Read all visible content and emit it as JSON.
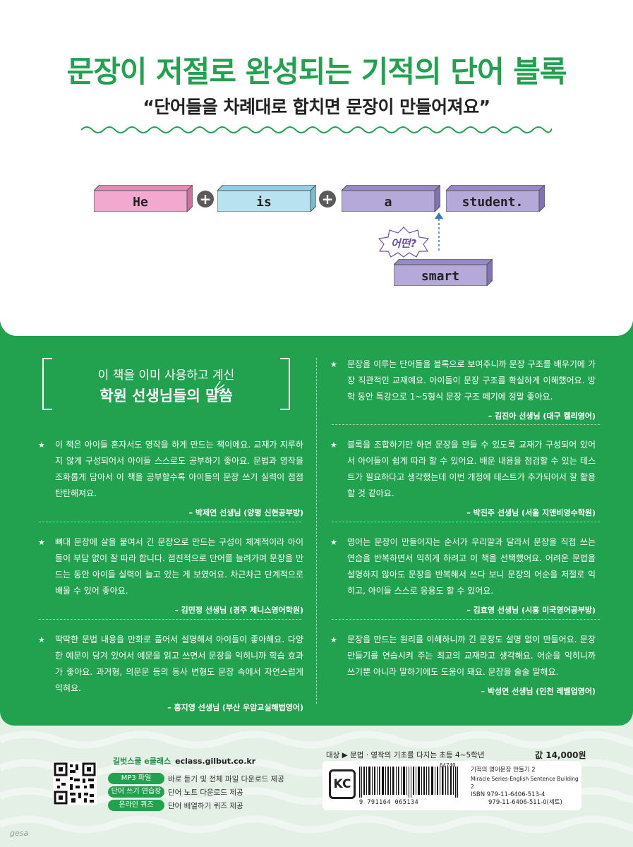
{
  "header": {
    "title": "문장이 저절로 완성되는 기적의 단어 블록",
    "subtitle": "“단어들을 차례대로 합치면 문장이 만들어져요”"
  },
  "diagram": {
    "blocks": [
      {
        "word": "He",
        "color": "#f3a9cf"
      },
      {
        "word": "is",
        "color": "#b8e2ef"
      },
      {
        "word": "a",
        "color": "#b4a9d8"
      },
      {
        "word": "student.",
        "color": "#b4a9d8"
      },
      {
        "word": "smart",
        "color": "#b4a9d8"
      }
    ],
    "plus": "+",
    "question": "어떤?"
  },
  "testimonials": {
    "badge_line1": "이 책을 이미 사용하고 계신",
    "badge_line2": "학원 선생님들의 말씀",
    "star": "★",
    "left": [
      {
        "text": "이 책은 아이들 혼자서도 영작을 하게 만드는 책이에요. 교재가 지루하지 않게 구성되어서 아이들 스스로도 공부하기 좋아요. 문법과 영작을 조화롭게 담아서 이 책을 공부할수록 아이들의 문장 쓰기 실력이 점점 탄탄해져요.",
        "by": "– 박제연 선생님 (양평 신현공부방)"
      },
      {
        "text": "뼈대 문장에 살을 붙여서 긴 문장으로 만드는 구성이 체계적이라 아이들이 부담 없이 잘 따라 합니다. 점진적으로 단어를 늘려가며 문장을 만드는 동안 아이들 실력이 늘고 있는 게 보였어요. 차근차근 단계적으로 배울 수 있어 좋아요.",
        "by": "– 김민정 선생님 (경주 제니스영어학원)"
      },
      {
        "text": "딱딱한 문법 내용을 만화로 풀어서 설명해서 아이들이 좋아해요. 다양한 예문이 담겨 있어서 예문을 읽고 쓰면서 문장을 익히니까 학습 효과가 좋아요. 과거형, 의문문 등의 동사 변형도 문장 속에서 자연스럽게 익혀요.",
        "by": "– 홍지영 선생님 (부산 우암교실해법영어)"
      }
    ],
    "right": [
      {
        "text": "문장을 이루는 단어들을 블록으로 보여주니까 문장 구조를 배우기에 가장 직관적인 교재예요. 아이들이 문장 구조를 확실하게 이해했어요. 방학 동안 특강으로 1~5형식 문장 구조 떼기에 정말 좋아요.",
        "by": "– 김진아 선생님 (대구 켈리영어)"
      },
      {
        "text": "블록을 조합하기만 하면 문장을 만들 수 있도록 교재가 구성되어 있어서 아이들이 쉽게 따라 할 수 있어요. 배운 내용을 점검할 수 있는 테스트가 필요하다고 생각했는데 이번 개정에 테스트가 추가되어서 잘 활용할 것 같아요.",
        "by": "– 박진주 선생님 (서울 지앤비영수학원)"
      },
      {
        "text": "영어는 문장이 만들어지는 순서가 우리말과 달라서 문장을 직접 쓰는 연습을 반복하면서 익히게 하려고 이 책을 선택했어요. 어려운 문법을 설명하지 않아도 문장을 반복해서 쓰다 보니 문장의 어순을 저절로 익히고, 아이들 스스로 응용도 할 수 있어요.",
        "by": "– 김효영 선생님 (시흥 미국영어공부방)"
      },
      {
        "text": "문장을 만드는 원리를 이해하니까 긴 문장도 설명 없이 만들어요. 문장 만들기를 연습시켜 주는 최고의 교재라고 생각해요. 어순을 익히니까 쓰기뿐 아니라 말하기에도 도움이 돼요. 문장을 술술 말해요.",
        "by": "– 박성연 선생님 (인천 레벨업영어)"
      }
    ]
  },
  "footer": {
    "brand": "길벗스쿨 e클래스",
    "url": "eclass.gilbut.co.kr",
    "services": [
      {
        "pill": "MP3 파일",
        "desc": "바로 듣기 및 전체 파일 다운로드 제공"
      },
      {
        "pill": "단어 쓰기 연습장",
        "desc": "단어 노트 다운로드 제공"
      },
      {
        "pill": "온라인 퀴즈",
        "desc": "단어 배열하기 퀴즈 제공"
      }
    ],
    "target": "대상 ▶ 문법 · 영작의 기초를 다지는 초등 4~5학년",
    "price": "값 14,000원",
    "kc": "KC",
    "barcode_number": "9 791164 065134",
    "barcode_addon": "64740",
    "book_title": "기적의 영어문장 만들기 2",
    "book_title_en": "Miracle Series-English Sentence Building 2",
    "isbn1": "ISBN 979-11-6406-513-4",
    "isbn2": "979-11-6406-511-0(세트)",
    "watermark": "gesa"
  }
}
